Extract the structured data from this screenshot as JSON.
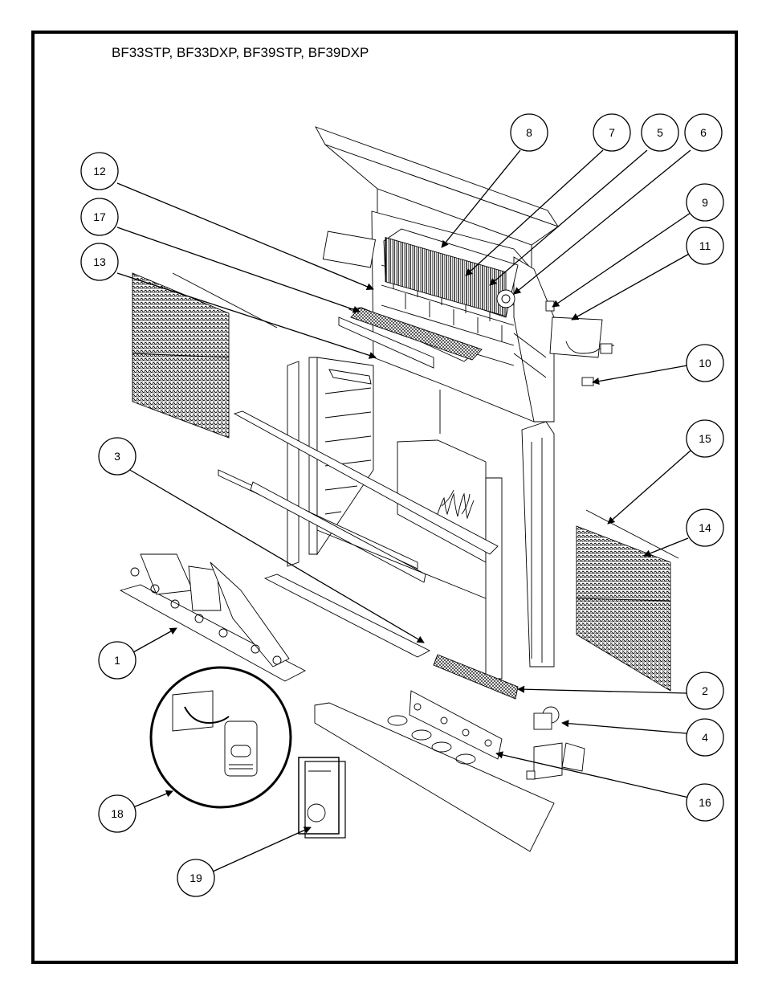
{
  "title": "BF33STP, BF33DXP, BF39STP, BF39DXP",
  "callouts": [
    {
      "label": "1"
    },
    {
      "label": "2"
    },
    {
      "label": "3"
    },
    {
      "label": "4"
    },
    {
      "label": "5"
    },
    {
      "label": "6"
    },
    {
      "label": "7"
    },
    {
      "label": "8"
    },
    {
      "label": "9"
    },
    {
      "label": "10"
    },
    {
      "label": "11"
    },
    {
      "label": "12"
    },
    {
      "label": "13"
    },
    {
      "label": "14"
    },
    {
      "label": "15"
    },
    {
      "label": "16"
    },
    {
      "label": "17"
    },
    {
      "label": "18"
    },
    {
      "label": "19"
    }
  ]
}
